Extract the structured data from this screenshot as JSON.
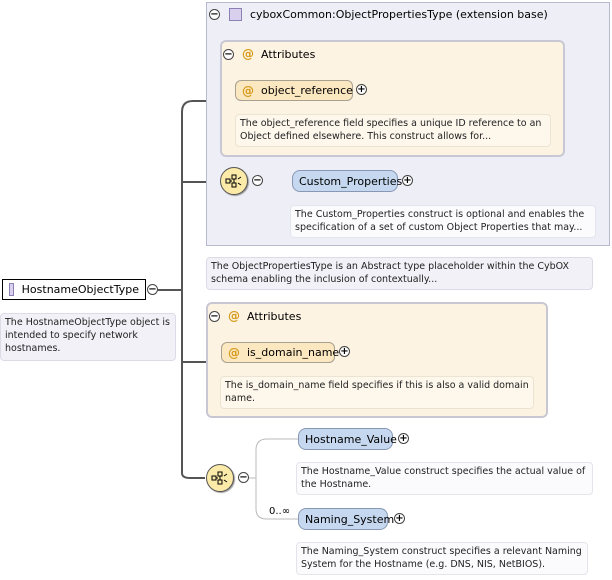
{
  "root": {
    "name": "HostnameObjectType",
    "doc": "The HostnameObjectType object is intended to specify network hostnames."
  },
  "extension": {
    "header": "cyboxCommon:ObjectPropertiesType (extension base)",
    "doc": "The ObjectPropertiesType is an Abstract type placeholder within the CybOX schema enabling the inclusion of contextually...",
    "attributes_label": "Attributes",
    "object_reference": {
      "name": "object_reference",
      "doc": "The object_reference field specifies a unique ID reference to an Object defined elsewhere. This construct allows for..."
    },
    "custom_properties": {
      "name": "Custom_Properties",
      "doc": "The Custom_Properties construct is optional and enables the specification of a set of custom Object Properties that may..."
    }
  },
  "own_attributes": {
    "label": "Attributes",
    "is_domain_name": {
      "name": "is_domain_name",
      "doc": "The is_domain_name field specifies if this is also a valid domain name."
    }
  },
  "sequence": {
    "hostname_value": {
      "name": "Hostname_Value",
      "doc": "The Hostname_Value construct specifies the actual value of the Hostname."
    },
    "naming_system": {
      "name": "Naming_System",
      "multiplicity": "0..∞",
      "doc": "The Naming_System construct specifies a relevant Naming System for the Hostname (e.g. DNS, NIS, NetBIOS)."
    }
  },
  "icons": {
    "collapse": "minus-circle-icon",
    "expand": "plus-circle-icon",
    "attribute": "at-sign-icon",
    "complex_type": "purple-square-icon",
    "sequence": "sequence-compositor-icon"
  },
  "colors": {
    "element_fill": "#c6d8ef",
    "attribute_fill": "#fbe7c0",
    "extension_panel": "#eeeef6",
    "sequence_fill": "#fbeaa8"
  }
}
